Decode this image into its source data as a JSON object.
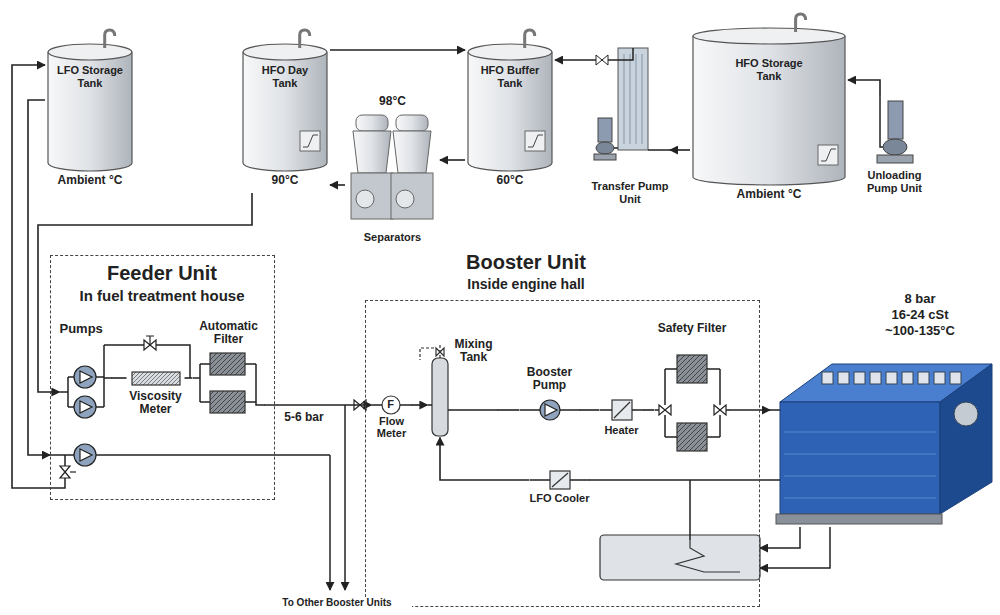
{
  "diagram": {
    "nodes": [
      {
        "text": [
          "LFO Storage Tank",
          "Ambient °C"
        ]
      },
      {
        "text": [
          "HFO Day Tank",
          "90°C"
        ]
      },
      {
        "text": [
          "98°C",
          "Separators"
        ]
      },
      {
        "text": [
          "HFO Buffer Tank",
          "60°C"
        ]
      },
      {
        "text": [
          "Transfer Pump Unit"
        ]
      },
      {
        "text": [
          "HFO Storage Tank",
          "Ambient °C"
        ]
      },
      {
        "text": [
          "Unloading Pump Unit"
        ]
      },
      {
        "text": [
          "Feeder Unit",
          "In fuel treatment house"
        ]
      },
      {
        "text": [
          "Pumps"
        ],
        "in": 7
      },
      {
        "text": [
          "Viscosity Meter"
        ],
        "in": 7
      },
      {
        "text": [
          "Automatic Filter"
        ],
        "in": 7
      },
      {
        "text": [
          "Booster Unit",
          "Inside engine hall"
        ]
      },
      {
        "text": [
          "F",
          "Flow Meter"
        ],
        "in": 11
      },
      {
        "text": [
          "Mixing Tank"
        ],
        "in": 11
      },
      {
        "text": [
          "Booster Pump"
        ],
        "in": 11
      },
      {
        "text": [
          "Heater"
        ],
        "in": 11
      },
      {
        "text": [
          "Safety Filter"
        ],
        "in": 11
      },
      {
        "text": [
          "LFO Cooler"
        ],
        "in": 11
      },
      {
        "text": [
          "8 bar",
          "16-24 cSt",
          "~100-135°C"
        ]
      }
    ],
    "edges": [
      {
        "from": 6,
        "to": 5,
        "arrow": "to"
      },
      {
        "from": 5,
        "to": 4,
        "arrow": "to"
      },
      {
        "from": 4,
        "to": 3,
        "arrow": "to"
      },
      {
        "from": 3,
        "to": 2,
        "arrow": "to"
      },
      {
        "from": 2,
        "to": 1,
        "arrow": "to"
      },
      {
        "from": 1,
        "to": 3,
        "arrow": "to"
      },
      {
        "from": 1,
        "to": 8,
        "arrow": "to"
      },
      {
        "from": 0,
        "to": 7,
        "arrow": "to"
      },
      {
        "from": 7,
        "to": 0,
        "arrow": "to"
      },
      {
        "from": 8,
        "to": 9,
        "arrow": "none"
      },
      {
        "from": 9,
        "to": 10,
        "arrow": "none"
      },
      {
        "from": 10,
        "to": 12,
        "arrow": "to"
      },
      {
        "from": 12,
        "to": 13,
        "arrow": "to"
      },
      {
        "from": 13,
        "to": 14,
        "arrow": "none"
      },
      {
        "from": 14,
        "to": 15,
        "arrow": "none"
      },
      {
        "from": 15,
        "to": 16,
        "arrow": "none"
      },
      {
        "from": 16,
        "to": 18,
        "arrow": "to"
      },
      {
        "from": 18,
        "to": 17,
        "arrow": "none"
      },
      {
        "from": 17,
        "to": 13,
        "arrow": "to"
      }
    ],
    "labels": [
      "5-6 bar",
      "To Other Booster Units"
    ]
  }
}
